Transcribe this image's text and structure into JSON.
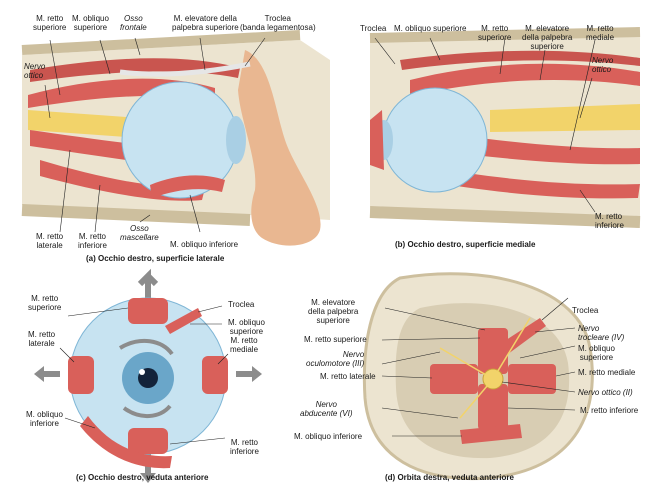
{
  "panel_a": {
    "caption": "(a) Occhio destro, superficie laterale",
    "labels": {
      "retto_sup": "M. retto\nsuperiore",
      "obliquo_sup": "M. obliquo\nsuperiore",
      "osso_frontale": "Osso\nfrontale",
      "elevatore": "M. elevatore della\npalpebra superiore",
      "troclea": "Troclea\n(banda legamentosa)",
      "nervo_ottico": "Nervo\nottico",
      "retto_lat": "M. retto\nlaterale",
      "retto_inf": "M. retto\ninferiore",
      "osso_mascellare": "Osso\nmascellare",
      "obliquo_inf": "M. obliquo inferiore"
    }
  },
  "panel_b": {
    "caption": "(b) Occhio destro, superficie mediale",
    "labels": {
      "troclea": "Troclea",
      "obliquo_sup": "M. obliquo superiore",
      "retto_sup": "M. retto\nsuperiore",
      "elevatore": "M. elevatore\ndella palpebra\nsuperiore",
      "retto_med": "M. retto\nmediale",
      "nervo_ottico": "Nervo\nottico",
      "retto_inf": "M. retto\ninferiore"
    }
  },
  "panel_c": {
    "caption": "(c) Occhio destro, veduta anteriore",
    "labels": {
      "retto_sup": "M. retto\nsuperiore",
      "troclea": "Troclea",
      "obliquo_sup": "M. obliquo\nsuperiore",
      "retto_lat": "M. retto\nlaterale",
      "retto_med": "M. retto\nmediale",
      "obliquo_inf": "M. obliquo\ninferiore",
      "retto_inf": "M. retto\ninferiore"
    }
  },
  "panel_d": {
    "caption": "(d) Orbita destra, veduta anteriore",
    "labels": {
      "elevatore": "M. elevatore\ndella palpebra\nsuperiore",
      "troclea": "Troclea",
      "retto_sup": "M. retto superiore",
      "nervo_trocleare": "Nervo\ntrocleare (IV)",
      "obliquo_sup": "M. obliquo\nsuperiore",
      "nervo_oculomotore": "Nervo\noculomotore (III)",
      "retto_lat": "M. retto laterale",
      "retto_med": "M. retto mediale",
      "nervo_ottico": "Nervo ottico (II)",
      "nervo_abducente": "Nervo\nabducente (VI)",
      "retto_inf": "M. retto inferiore",
      "obliquo_inf": "M. obliquo inferiore"
    }
  },
  "colors": {
    "muscle": "#d9605a",
    "muscle_light": "#f0a39a",
    "eye": "#c7e3f1",
    "eye_dark": "#7fb6d6",
    "bone": "#ece4d0",
    "bone_dark": "#cdbf9e",
    "skin": "#e9b791",
    "nerve": "#f2d36a",
    "arrow": "#8c8c8c"
  }
}
